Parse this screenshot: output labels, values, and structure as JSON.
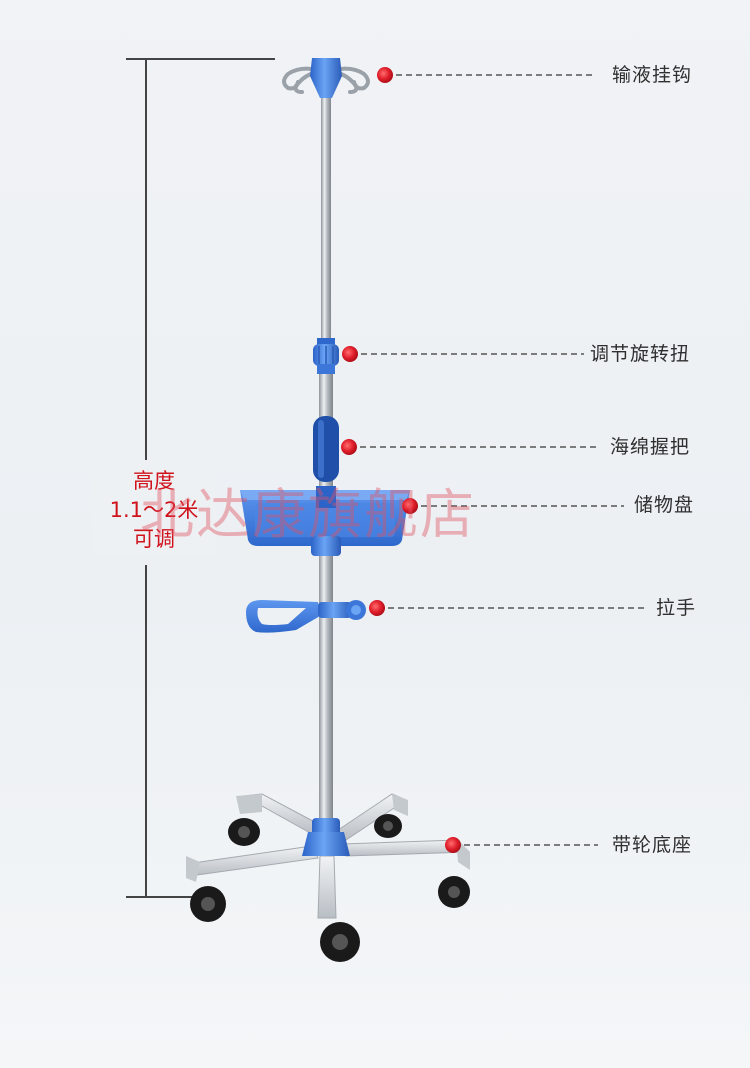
{
  "callouts": [
    {
      "label": "输液挂钩"
    },
    {
      "label": "调节旋转扭"
    },
    {
      "label": "海绵握把"
    },
    {
      "label": "储物盘"
    },
    {
      "label": "拉手"
    },
    {
      "label": "带轮底座"
    }
  ],
  "height_note": {
    "line1": "高度",
    "line2": "1.1～2米",
    "line3": "可调"
  },
  "watermark": "北达康旗舰店",
  "colors": {
    "accent_blue": "#3d7fe6",
    "callout_red": "#e01e2b",
    "label_red": "#d0121b",
    "steel": "#c9ced3"
  }
}
